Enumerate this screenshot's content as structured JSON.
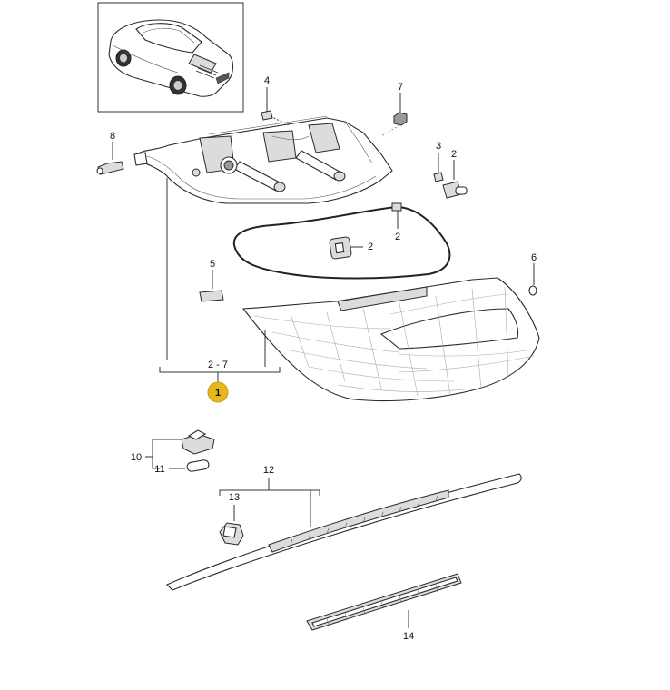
{
  "colors": {
    "highlight": "#e4b81e",
    "line": "#333333",
    "background": "#ffffff"
  },
  "labels": {
    "l1": "1",
    "l2a": "2",
    "l2b": "2",
    "l2c": "2",
    "l3": "3",
    "l4": "4",
    "l5": "5",
    "l6": "6",
    "l7": "7",
    "l8": "8",
    "l27": "2 - 7",
    "l10": "10",
    "l11": "11",
    "l12": "12",
    "l13": "13",
    "l14": "14"
  }
}
